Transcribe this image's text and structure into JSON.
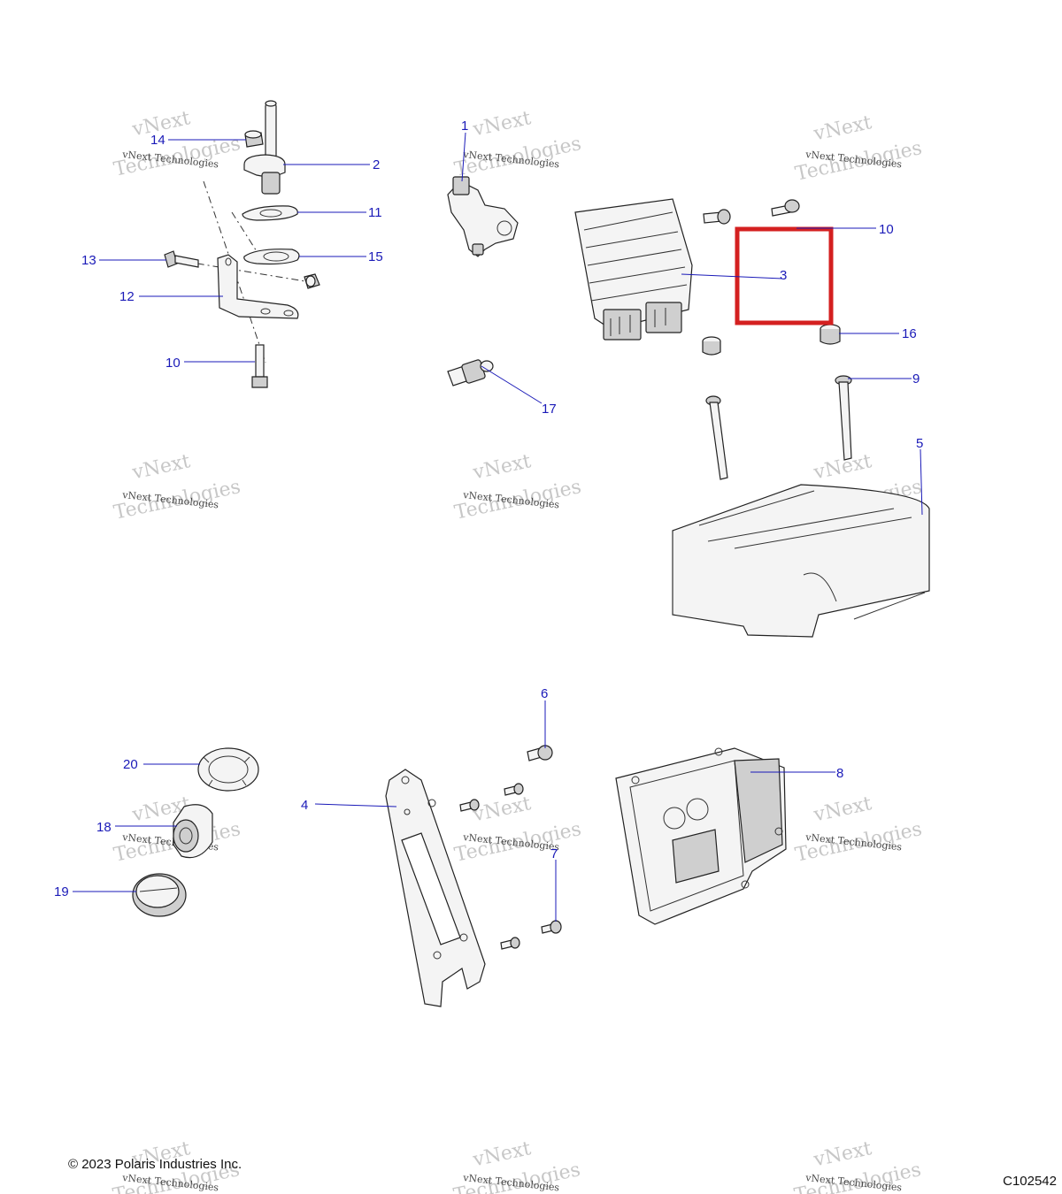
{
  "diagram": {
    "callouts": {
      "c1": "1",
      "c2": "2",
      "c3": "3",
      "c4": "4",
      "c5": "5",
      "c6": "6",
      "c7": "7",
      "c8": "8",
      "c9": "9",
      "c10a": "10",
      "c10b": "10",
      "c11": "11",
      "c12": "12",
      "c13": "13",
      "c14": "14",
      "c15": "15",
      "c16": "16",
      "c17": "17",
      "c18": "18",
      "c19": "19",
      "c20": "20"
    },
    "watermark": {
      "line1": "vNext Technologies",
      "big1": "vNext",
      "big2": "Technologies"
    },
    "highlight_color": "#d42020",
    "callout_color": "#1a1ab8"
  },
  "footer": {
    "copyright": "© 2023 Polaris Industries Inc.",
    "figure_id": "C102542"
  }
}
